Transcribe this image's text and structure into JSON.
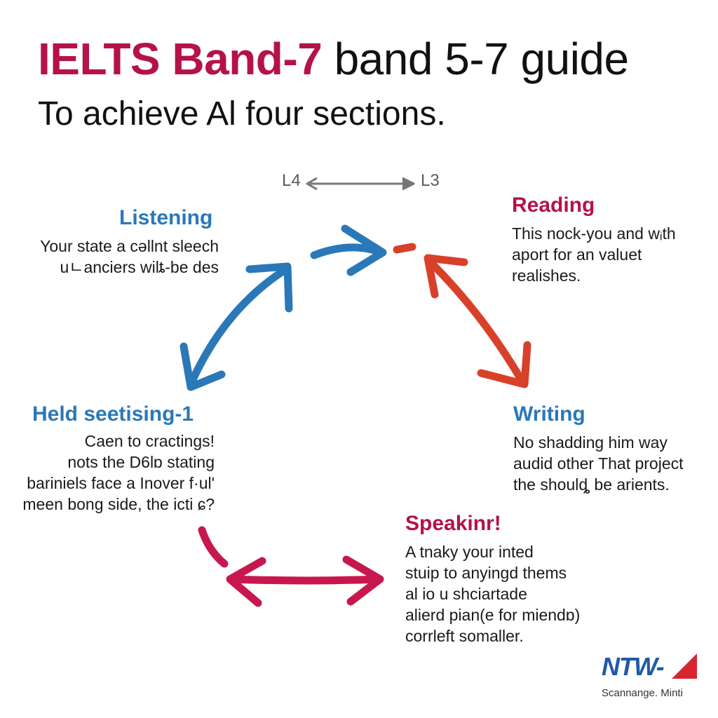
{
  "header": {
    "title_accent": "IELTS Band-7",
    "title_rest": " band 5-7 guide",
    "subtitle": "To achieve Al four sections."
  },
  "scale": {
    "left": "L4",
    "right": "L3"
  },
  "sections": {
    "listening": {
      "heading": "Listening",
      "lines": [
        "Your state a cǝllnt sleech",
        "uㄴanciers wilȶ-be des"
      ]
    },
    "reading": {
      "heading": "Reading",
      "lines": [
        "This nock-you and wᵢth",
        "aport for an valuet",
        "realishes."
      ]
    },
    "held": {
      "heading": "Held seetising-1",
      "lines": [
        "Caen to cractings!",
        "nots the D6lɒ stating",
        "bariniels face a Inover f·ul'",
        "meen bong side, the icti ɕ?"
      ]
    },
    "writing": {
      "heading": "Writing",
      "lines": [
        "No shadding him way",
        "audid other That project",
        "the shoulȡ be arients."
      ]
    },
    "speaking": {
      "heading": "Speakinr!",
      "lines": [
        "A tnaky your inted",
        "stuip to anyingd thems",
        "al io u shciartade",
        "alierd pian(e for miendɒ)",
        "corrleft somaller."
      ]
    }
  },
  "brand": {
    "logo_text": "NTW-",
    "tagline": "Scannange. Minti"
  },
  "colors": {
    "blue": "#2a78b8",
    "crimson": "#b5124a",
    "red": "#d9402a",
    "text": "#111111"
  }
}
